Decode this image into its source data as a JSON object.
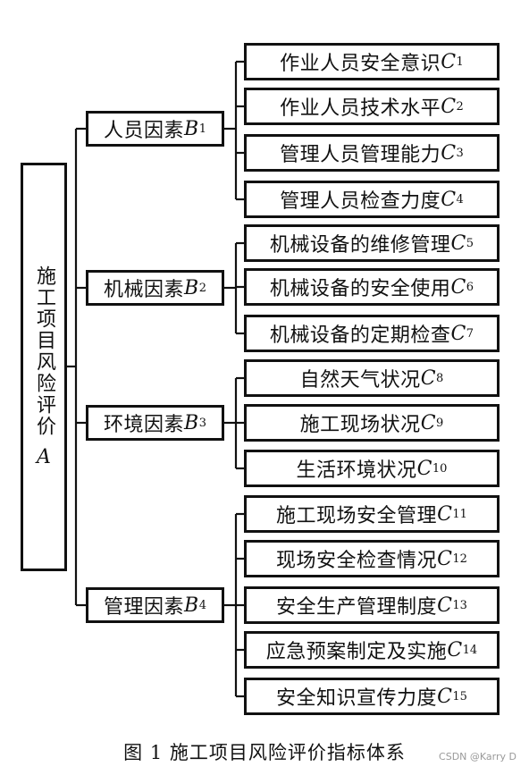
{
  "root": {
    "text": "施工项目风险评价",
    "var": "A"
  },
  "groups": [
    {
      "label": "人员因素",
      "var": "B",
      "sub": "1",
      "items": [
        {
          "label": "作业人员安全意识",
          "var": "C",
          "sub": "1"
        },
        {
          "label": "作业人员技术水平",
          "var": "C",
          "sub": "2"
        },
        {
          "label": "管理人员管理能力",
          "var": "C",
          "sub": "3"
        },
        {
          "label": "管理人员检查力度",
          "var": "C",
          "sub": "4"
        }
      ]
    },
    {
      "label": "机械因素",
      "var": "B",
      "sub": "2",
      "items": [
        {
          "label": "机械设备的维修管理",
          "var": "C",
          "sub": "5"
        },
        {
          "label": "机械设备的安全使用",
          "var": "C",
          "sub": "6"
        },
        {
          "label": "机械设备的定期检查",
          "var": "C",
          "sub": "7"
        }
      ]
    },
    {
      "label": "环境因素",
      "var": "B",
      "sub": "3",
      "items": [
        {
          "label": "自然天气状况",
          "var": "C",
          "sub": "8"
        },
        {
          "label": "施工现场状况",
          "var": "C",
          "sub": "9"
        },
        {
          "label": "生活环境状况",
          "var": "C",
          "sub": "10"
        }
      ]
    },
    {
      "label": "管理因素",
      "var": "B",
      "sub": "4",
      "items": [
        {
          "label": "施工现场安全管理",
          "var": "C",
          "sub": "11"
        },
        {
          "label": "现场安全检查情况",
          "var": "C",
          "sub": "12"
        },
        {
          "label": "安全生产管理制度",
          "var": "C",
          "sub": "13"
        },
        {
          "label": "应急预案制定及实施",
          "var": "C",
          "sub": "14"
        },
        {
          "label": "安全知识宣传力度",
          "var": "C",
          "sub": "15"
        }
      ]
    }
  ],
  "caption": "图 1  施工项目风险评价指标体系",
  "watermark": "CSDN @Karry D"
}
